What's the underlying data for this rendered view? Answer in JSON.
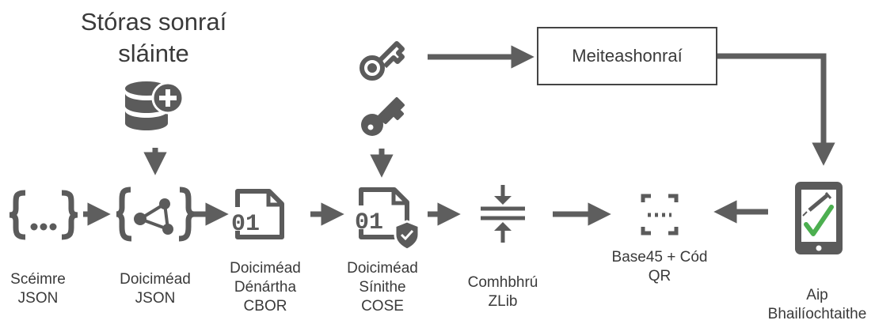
{
  "storage": {
    "line1": "Stóras sonraí",
    "line2": "sláinte"
  },
  "metadata": {
    "label": "Meiteashonraí"
  },
  "nodes": [
    {
      "line1": "Scéimre",
      "line2": "JSON"
    },
    {
      "line1": "Doiciméad",
      "line2": "JSON"
    },
    {
      "line1": "Doiciméad",
      "line2": "Dénártha",
      "line3": "CBOR"
    },
    {
      "line1": "Doiciméad",
      "line2": "Sínithe",
      "line3": "COSE"
    },
    {
      "line1": "Comhbhrú",
      "line2": "ZLib"
    },
    {
      "line1": "Base45 + Cód",
      "line2": "QR"
    },
    {
      "line1": "Aip",
      "line2": "Bhailíochtaithe"
    }
  ],
  "icon_names": {
    "schema": "curly-braces-icon",
    "document": "json-document-icon",
    "binary": "binary-file-icon",
    "signed": "signed-file-icon",
    "compress": "compress-icon",
    "qr": "qr-scan-icon",
    "app": "phone-app-icon",
    "database": "database-add-icon",
    "public_key": "public-key-icon",
    "private_key": "private-key-icon"
  },
  "colors": {
    "icon": "#5b5b5b",
    "arrow": "#5e5e5e",
    "check": "#4caf50"
  }
}
